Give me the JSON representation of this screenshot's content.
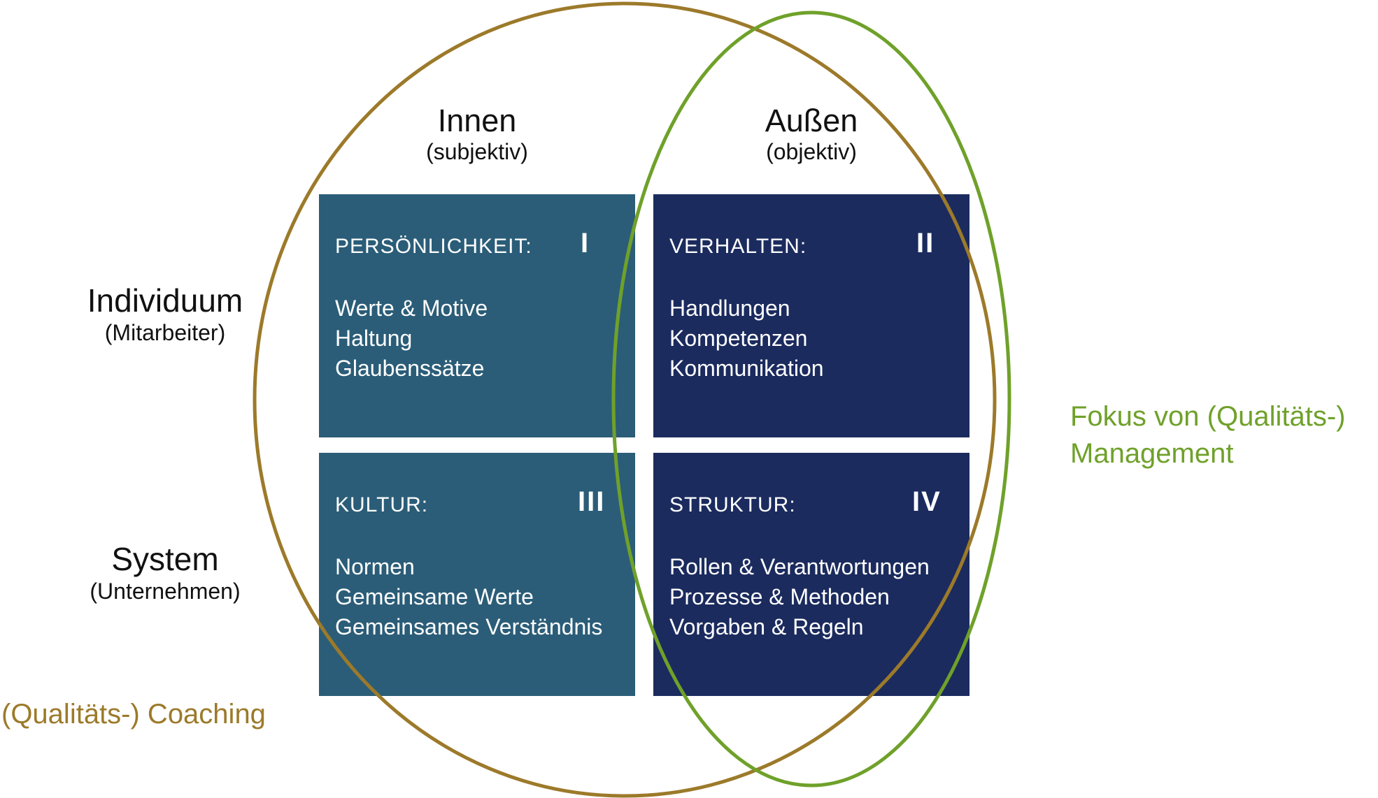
{
  "columns": [
    {
      "title": "Innen",
      "subtitle": "(subjektiv)"
    },
    {
      "title": "Außen",
      "subtitle": "(objektiv)"
    }
  ],
  "rows": [
    {
      "title": "Individuum",
      "subtitle": "(Mitarbeiter)"
    },
    {
      "title": "System",
      "subtitle": "(Unternehmen)"
    }
  ],
  "quadrants": [
    {
      "header": "PERSÖNLICHKEIT:",
      "numeral": "I",
      "items": [
        "Werte & Motive",
        "Haltung",
        "Glaubenssätze"
      ],
      "color": "#2b5d78"
    },
    {
      "header": "VERHALTEN:",
      "numeral": "II",
      "items": [
        "Handlungen",
        "Kompetenzen",
        "Kommunikation"
      ],
      "color": "#1b2b5e"
    },
    {
      "header": "KULTUR:",
      "numeral": "III",
      "items": [
        "Normen",
        "Gemeinsame Werte",
        "Gemeinsames Verständnis"
      ],
      "color": "#2b5d78"
    },
    {
      "header": "STRUKTUR:",
      "numeral": "IV",
      "items": [
        "Rollen & Verantwortungen",
        "Prozesse & Methoden",
        "Vorgaben & Regeln"
      ],
      "color": "#1b2b5e"
    }
  ],
  "legend": {
    "management": {
      "line1": "Fokus von (Qualitäts-)",
      "line2": "Management",
      "color": "#6fa12a"
    },
    "coaching": {
      "label": "(Qualitäts-) Coaching",
      "color": "#9c7a2a"
    }
  }
}
